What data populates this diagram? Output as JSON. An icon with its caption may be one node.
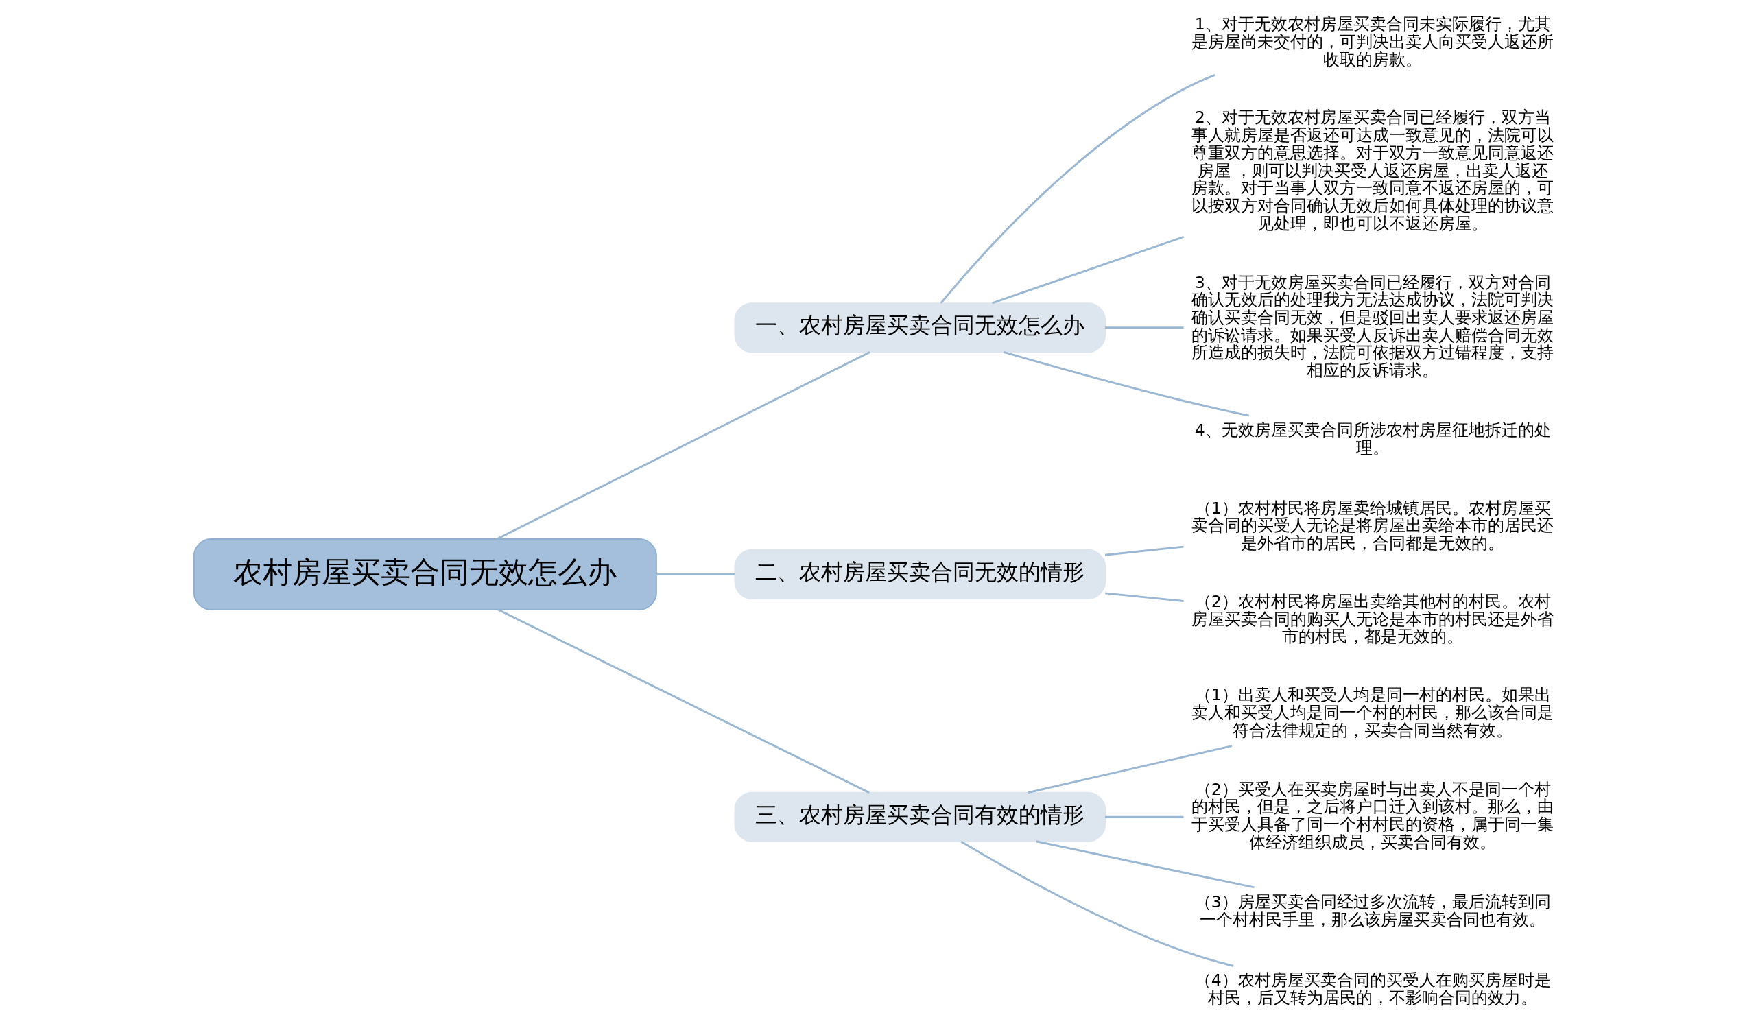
{
  "diagram": {
    "nodes": [
      {
        "text": [
          "农村房屋买卖合同无效怎么办"
        ]
      },
      {
        "text": [
          "一、农村房屋买卖合同无效怎么办"
        ]
      },
      {
        "text": [
          "1、对于无效农村房屋买卖合同未实际履行，尤其是房屋尚未交付的，可判决出卖人向买受人返还所收取的房款。"
        ]
      },
      {
        "text": [
          "2、对于无效农村房屋买卖合同已经履行，双方当事人就房屋是否返还可达成一致意见的，法院可以尊重双方的意思选择。对于双方一致意见同意返还房屋 ，则可以判决买受人返还房屋，出卖人返还房款。对于当事人双方一致同意不返还房屋的，可以按双方对合同确认无效后如何具体处理的协议意见处理，即也可以不返还房屋。"
        ]
      },
      {
        "text": [
          "3、对于无效房屋买卖合同已经履行，双方对合同确认无效后的处理我方无法达成协议，法院可判决确认买卖合同无效，但是驳回出卖人要求返还房屋的诉讼请求。如果买受人反诉出卖人赔偿合同无效所造成的损失时，法院可依据双方过错程度，支持相应的反诉请求。"
        ]
      },
      {
        "text": [
          "4、无效房屋买卖合同所涉农村房屋征地拆迁的处理。"
        ]
      },
      {
        "text": [
          "二、农村房屋买卖合同无效的情形"
        ]
      },
      {
        "text": [
          "（1）农村村民将房屋卖给城镇居民。农村房屋买卖合同的买受人无论是将房屋出卖给本市的居民还是外省市的居民，合同都是无效的。"
        ]
      },
      {
        "text": [
          "（2）农村村民将房屋出卖给其他村的村民。农村房屋买卖合同的购买人无论是本市的村民还是外省市的村民，都是无效的。"
        ]
      },
      {
        "text": [
          "三、农村房屋买卖合同有效的情形"
        ]
      },
      {
        "text": [
          "（1）出卖人和买受人均是同一村的村民。如果出卖人和买受人均是同一个村的村民，那么该合同是符合法律规定的，买卖合同当然有效。"
        ]
      },
      {
        "text": [
          "（2）买受人在买卖房屋时与出卖人不是同一个村的村民，但是，之后将户口迁入到该村。那么，由于买受人具备了同一个村村民的资格，属于同一集体经济组织成员，买卖合同有效。"
        ]
      },
      {
        "text": [
          "（3）房屋买卖合同经过多次流转，最后流转到同一个村村民手里，那么该房屋买卖合同也有效。"
        ]
      },
      {
        "text": [
          "（4）农村房屋买卖合同的买受人在购买房屋时是村民，后又转为居民的，不影响合同的效力。"
        ]
      }
    ],
    "edges": [
      {
        "from": 0,
        "to": 1,
        "arrow": "none"
      },
      {
        "from": 1,
        "to": 2,
        "arrow": "none"
      },
      {
        "from": 1,
        "to": 3,
        "arrow": "none"
      },
      {
        "from": 1,
        "to": 4,
        "arrow": "none"
      },
      {
        "from": 1,
        "to": 5,
        "arrow": "none"
      },
      {
        "from": 0,
        "to": 6,
        "arrow": "none"
      },
      {
        "from": 6,
        "to": 7,
        "arrow": "none"
      },
      {
        "from": 6,
        "to": 8,
        "arrow": "none"
      },
      {
        "from": 0,
        "to": 9,
        "arrow": "none"
      },
      {
        "from": 9,
        "to": 10,
        "arrow": "none"
      },
      {
        "from": 9,
        "to": 11,
        "arrow": "none"
      },
      {
        "from": 9,
        "to": 12,
        "arrow": "none"
      },
      {
        "from": 9,
        "to": 13,
        "arrow": "none"
      }
    ]
  }
}
